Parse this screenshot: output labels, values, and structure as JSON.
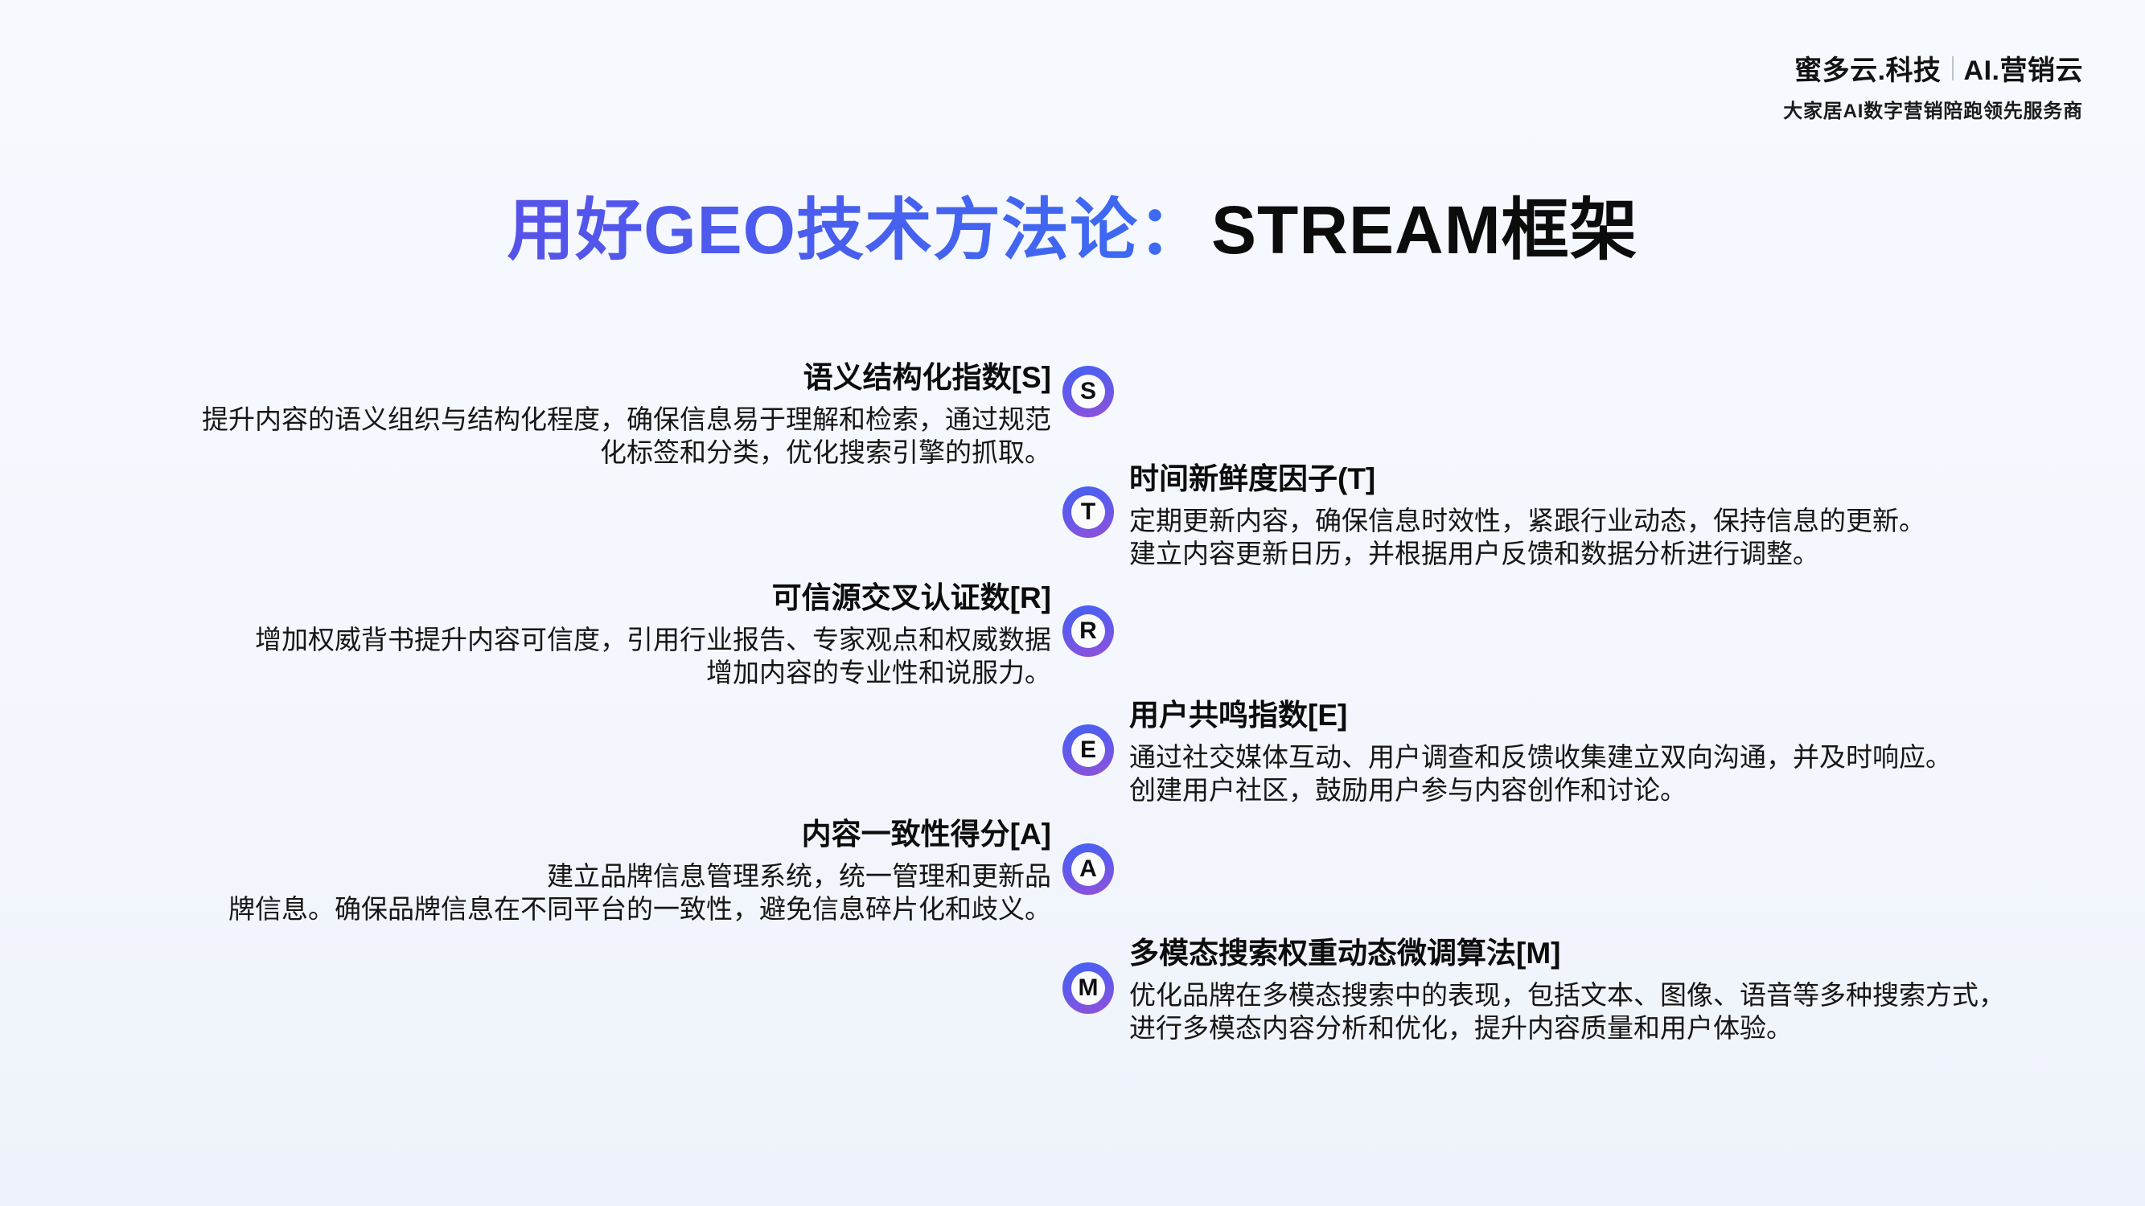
{
  "brand": {
    "logo_primary": "蜜多云.科技",
    "logo_secondary": "AI.营销云",
    "tagline": "大家居AI数字营销陪跑领先服务商"
  },
  "title": {
    "highlight": "用好GEO技术方法论：",
    "rest": "STREAM框架"
  },
  "colors": {
    "background": "#f4f7fd",
    "text": "#0c0c0c",
    "title_gradient_start": "#5652ea",
    "title_gradient_end": "#3a6cf3",
    "badge_ring_start": "#4a61f1",
    "badge_ring_end": "#8f51da"
  },
  "framework": {
    "name": "STREAM",
    "items": [
      {
        "letter": "S",
        "side": "left",
        "heading": "语义结构化指数[S]",
        "lines": [
          "提升内容的语义组织与结构化程度，确保信息易于理解和检索，通过规范",
          "化标签和分类，优化搜索引擎的抓取。"
        ]
      },
      {
        "letter": "T",
        "side": "right",
        "heading": "时间新鲜度因子(T]",
        "lines": [
          "定期更新内容，确保信息时效性，紧跟行业动态，保持信息的更新。",
          "建立内容更新日历，并根据用户反馈和数据分析进行调整。"
        ]
      },
      {
        "letter": "R",
        "side": "left",
        "heading": "可信源交叉认证数[R]",
        "lines": [
          "增加权威背书提升内容可信度，引用行业报告、专家观点和权威数据",
          "增加内容的专业性和说服力。"
        ]
      },
      {
        "letter": "E",
        "side": "right",
        "heading": "用户共鸣指数[E]",
        "lines": [
          "通过社交媒体互动、用户调查和反馈收集建立双向沟通，并及时响应。",
          "创建用户社区，鼓励用户参与内容创作和讨论。"
        ]
      },
      {
        "letter": "A",
        "side": "left",
        "heading": "内容一致性得分[A]",
        "lines": [
          "建立品牌信息管理系统，统一管理和更新品",
          "牌信息。确保品牌信息在不同平台的一致性，避免信息碎片化和歧义。"
        ]
      },
      {
        "letter": "M",
        "side": "right",
        "heading": "多模态搜索权重动态微调算法[M]",
        "lines": [
          "优化品牌在多模态搜索中的表现，包括文本、图像、语音等多种搜索方式，",
          "进行多模态内容分析和优化，提升内容质量和用户体验。"
        ]
      }
    ]
  }
}
